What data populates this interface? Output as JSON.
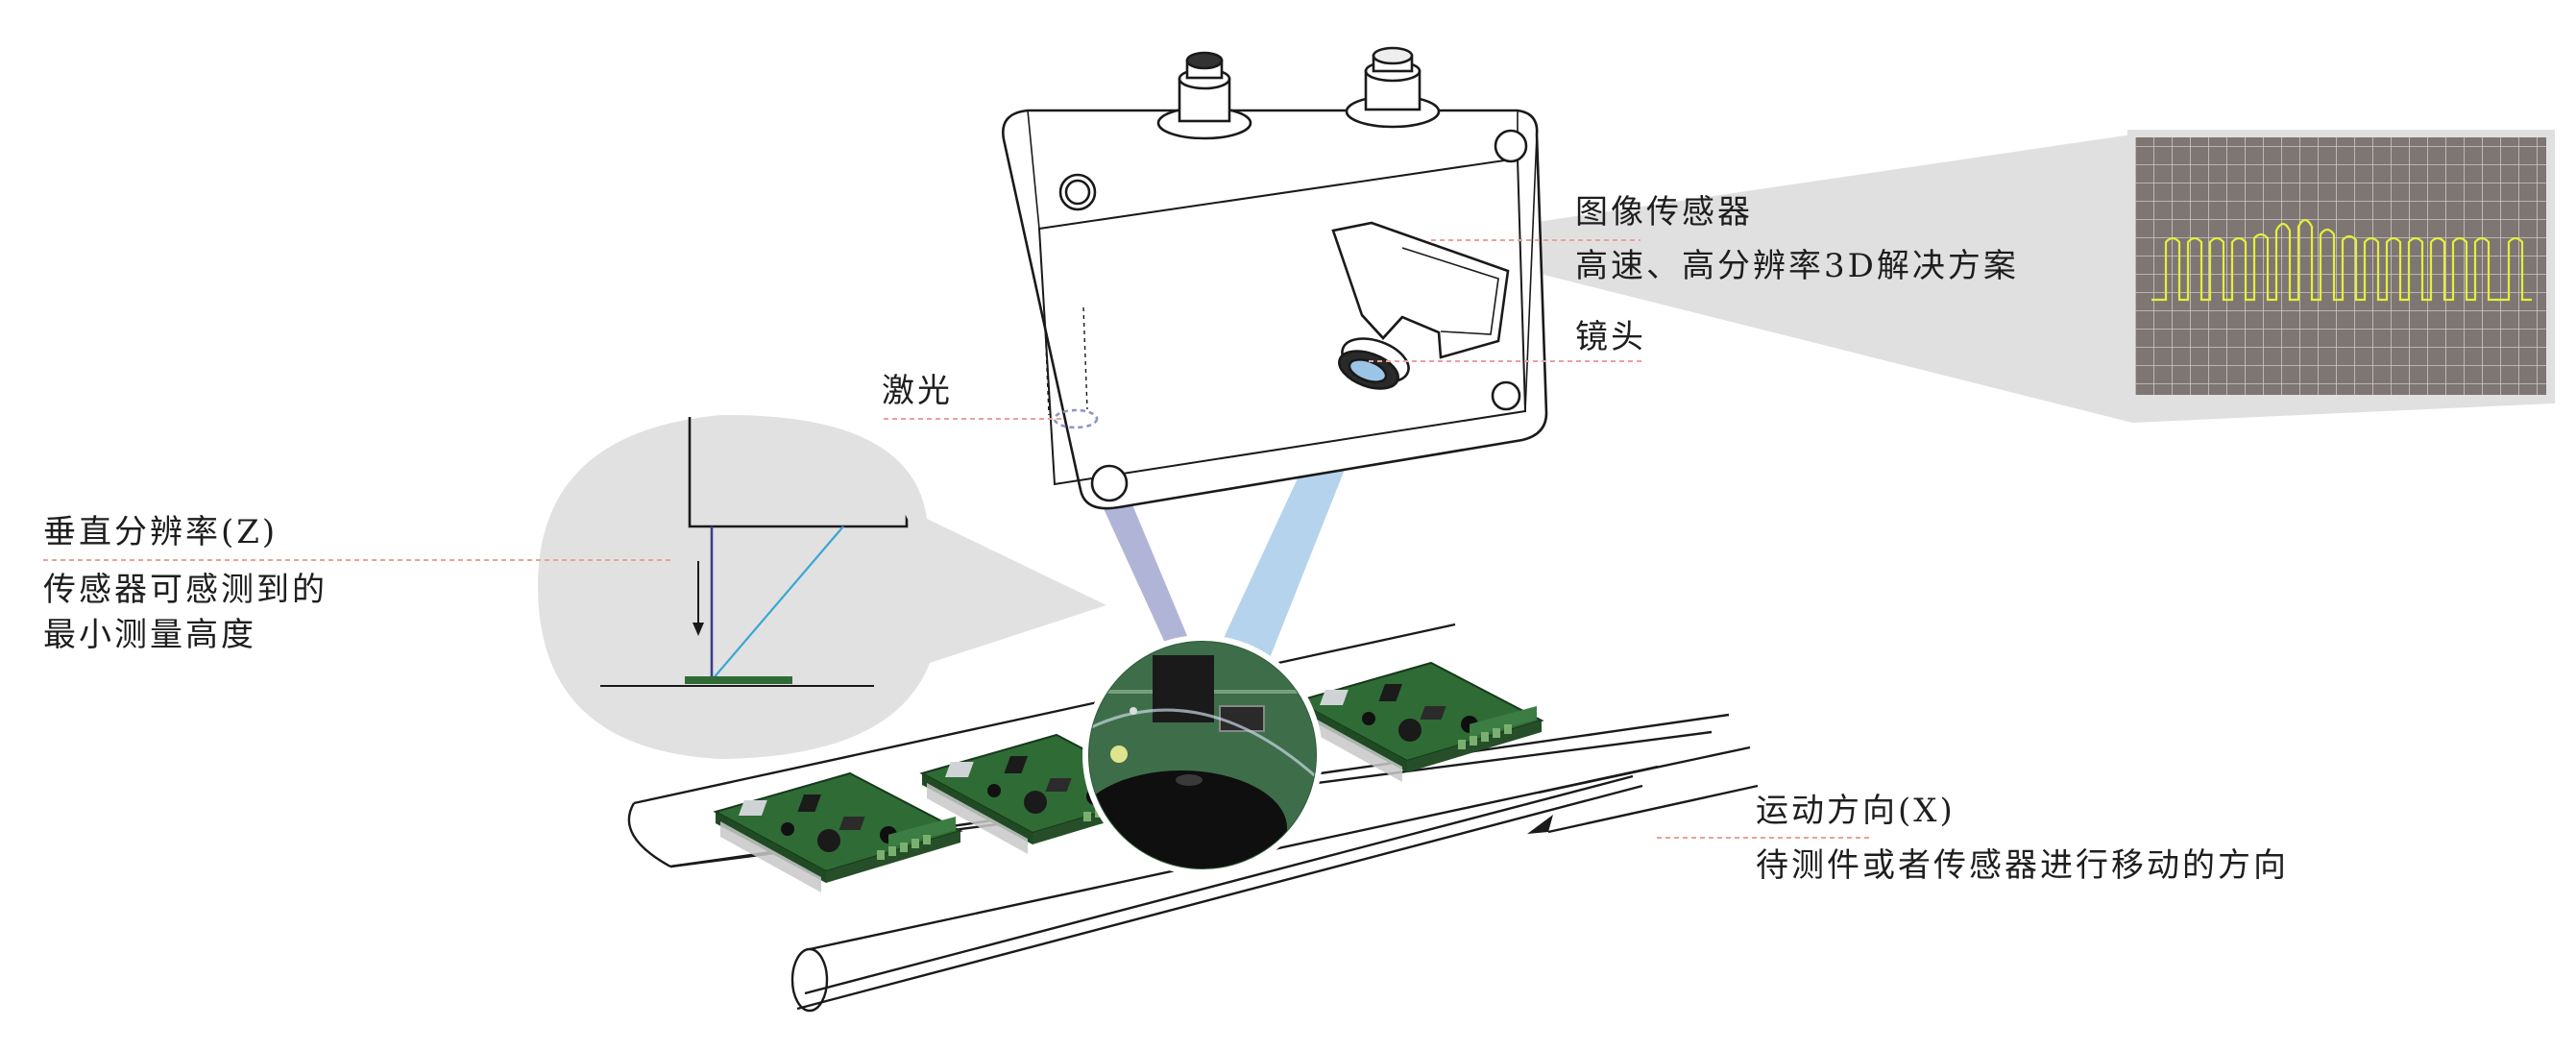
{
  "labels": {
    "image_sensor": "图像传感器",
    "high_speed": "高速、高分辨率3D解决方案",
    "lens": "镜头",
    "laser": "激光",
    "vertical_res": "垂直分辨率(Z)",
    "sensor_min_1": "传感器可感测到的",
    "sensor_min_2": "最小测量高度",
    "motion_dir": "运动方向(X)",
    "motion_desc": "待测件或者传感器进行移动的方向"
  },
  "colors": {
    "leader_line": "#e8a29a",
    "laser_beam": "#8e95c8",
    "camera_view": "#9cc4e6",
    "zoom_bubble": "#e1e1e1",
    "signal": "#e5ef3a",
    "screen_bg": "#7d7673",
    "pcb_green": "#2f6b35"
  },
  "icons": {
    "motion_arrow": "arrow-left-icon",
    "drop_arrow": "arrow-down-icon"
  }
}
